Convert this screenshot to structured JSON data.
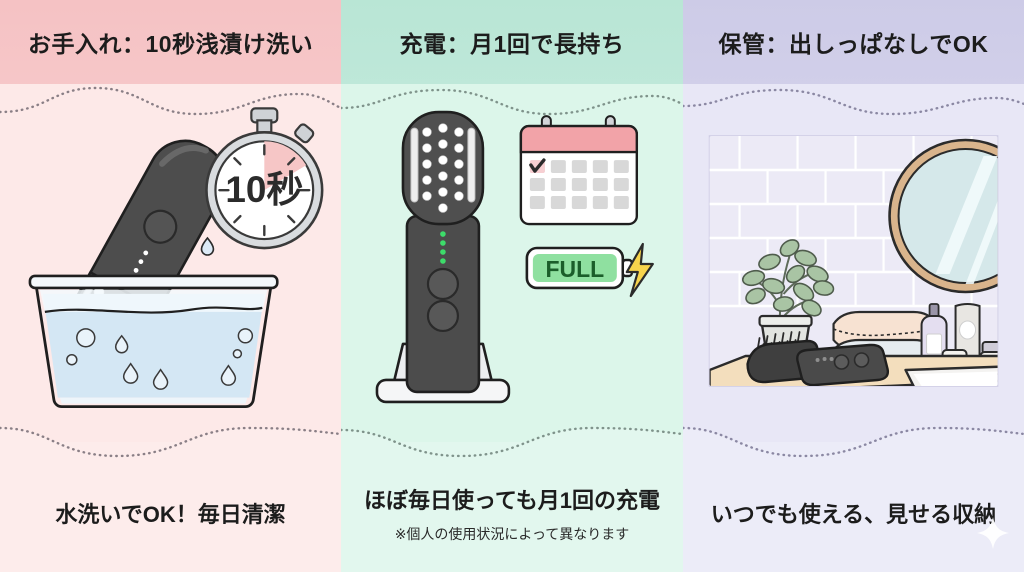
{
  "panels": [
    {
      "id": "care",
      "heading": "お手入れ：10秒浅漬け洗い",
      "caption": "水洗いでOK！毎日清潔",
      "subcaption": "",
      "bg_top": "#f5c2c4",
      "bg_body": "#fde9e8",
      "badge_text": "10秒",
      "icons": [
        "device-diagonal",
        "water-basin",
        "stopwatch",
        "water-droplets"
      ]
    },
    {
      "id": "charge",
      "heading": "充電：月1回で長持ち",
      "caption": "ほぼ毎日使っても月1回の充電",
      "subcaption": "※個人の使用状況によって異なります",
      "bg_top": "#b9e6d5",
      "bg_body": "#dcf6ea",
      "battery_label": "FULL",
      "icons": [
        "device-on-stand",
        "calendar",
        "battery-full",
        "lightning-bolt"
      ]
    },
    {
      "id": "storage",
      "heading": "保管：出しっぱなしでOK",
      "caption": "いつでも使える、見せる収納",
      "subcaption": "",
      "bg_top": "#cdcbe7",
      "bg_body": "#e8e7f6",
      "icons": [
        "bathroom-vanity",
        "round-mirror",
        "potted-plant",
        "folded-towels",
        "bottles",
        "device-flat",
        "sink"
      ]
    }
  ],
  "colors": {
    "device_body": "#4a4a4a",
    "device_dark": "#3c3c3c",
    "device_outline": "#1f1f1f",
    "water": "#cfe4f2",
    "calendar_header": "#f2a3a8",
    "battery_green": "#8fe0a0",
    "battery_text": "#1b5e2a",
    "bolt": "#f7d44c",
    "mirror_frame": "#d9b48c",
    "mirror_glass": "#d5e8ea",
    "wood": "#f0dcbe",
    "plant_leaf": "#a9c4a4",
    "led_green": "#3ddc6a",
    "text": "#1c1c1c"
  },
  "sparkle": "sparkle-icon"
}
